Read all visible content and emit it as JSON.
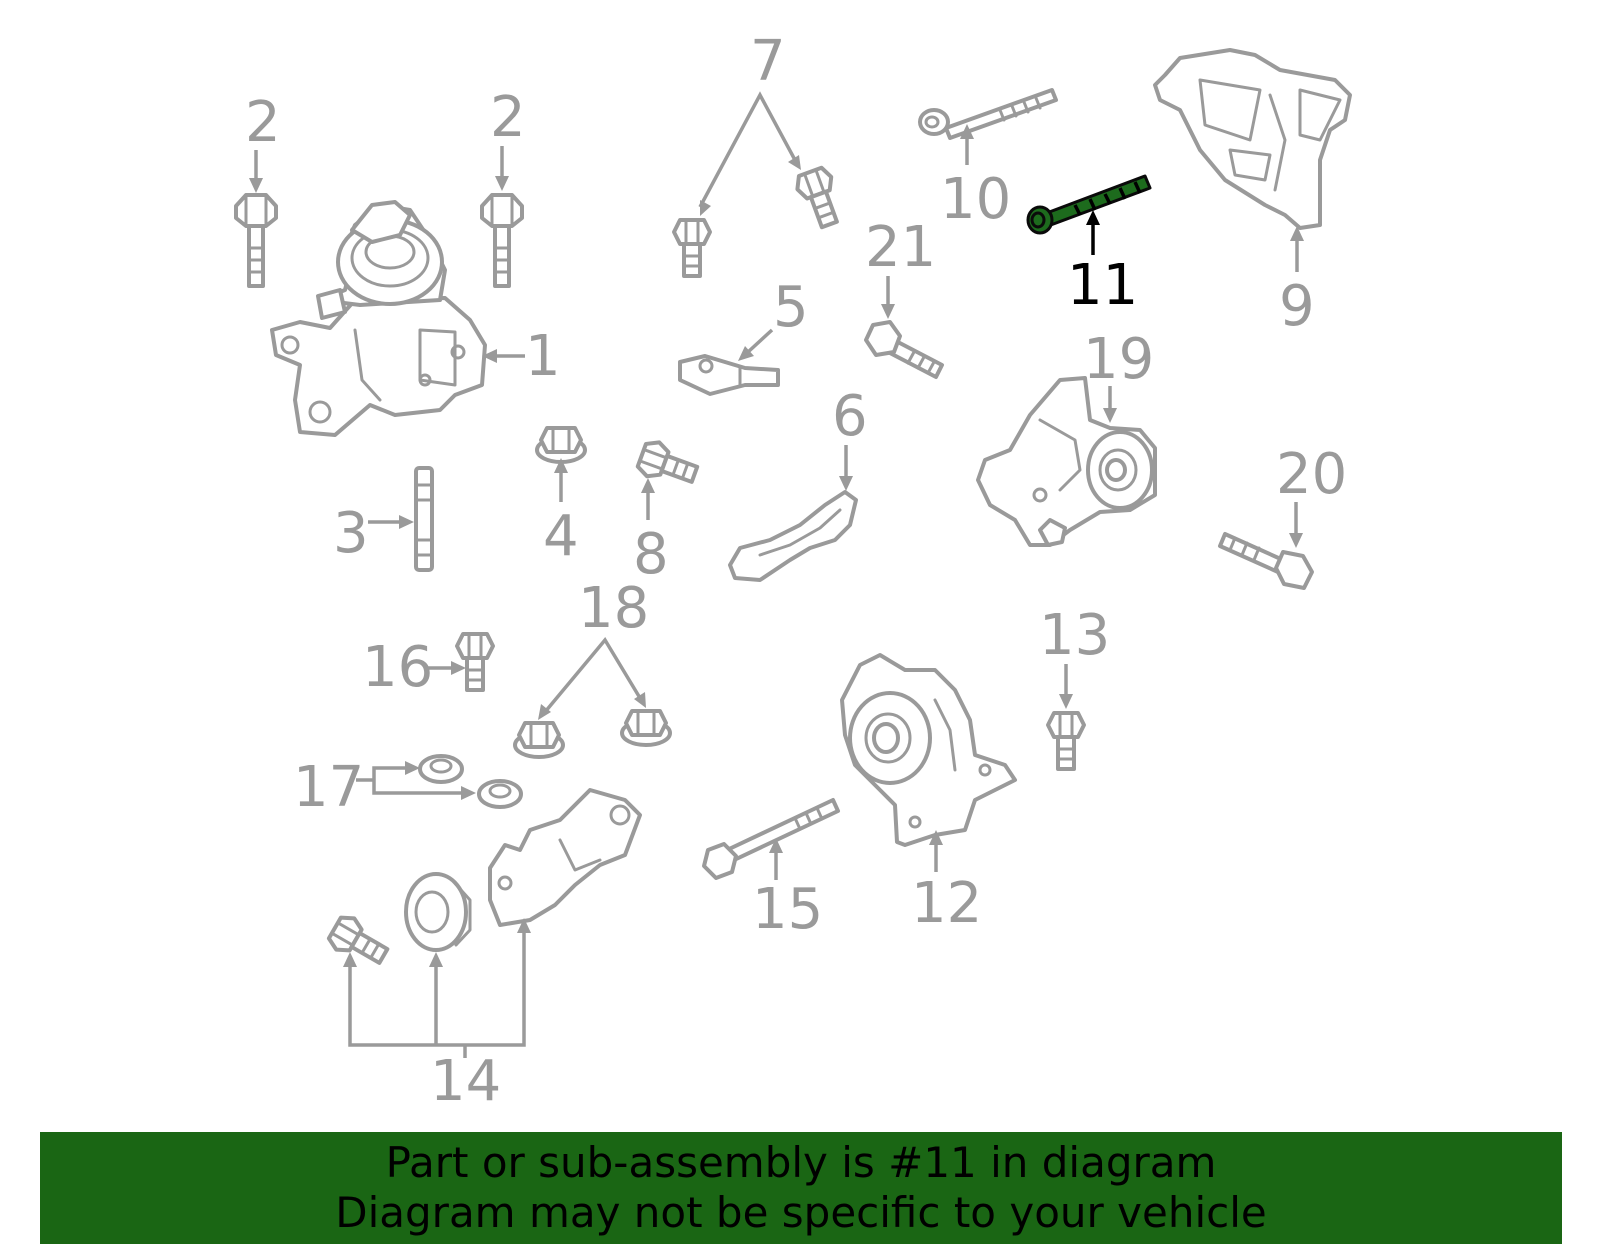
{
  "callouts": {
    "c1": "1",
    "c2a": "2",
    "c2b": "2",
    "c3": "3",
    "c4": "4",
    "c5": "5",
    "c6": "6",
    "c7": "7",
    "c8": "8",
    "c9": "9",
    "c10": "10",
    "c11": "11",
    "c12": "12",
    "c13": "13",
    "c14": "14",
    "c15": "15",
    "c16": "16",
    "c17": "17",
    "c18": "18",
    "c19": "19",
    "c20": "20",
    "c21": "21"
  },
  "highlighted_part": "11",
  "colors": {
    "banner_background": "#1a6614",
    "highlight_part": "#1d6b1d",
    "diagram_lines": "#9a9a9a"
  },
  "banner": {
    "line1": "Part or sub-assembly is #11 in diagram",
    "line2": "Diagram may not be specific to your vehicle"
  }
}
